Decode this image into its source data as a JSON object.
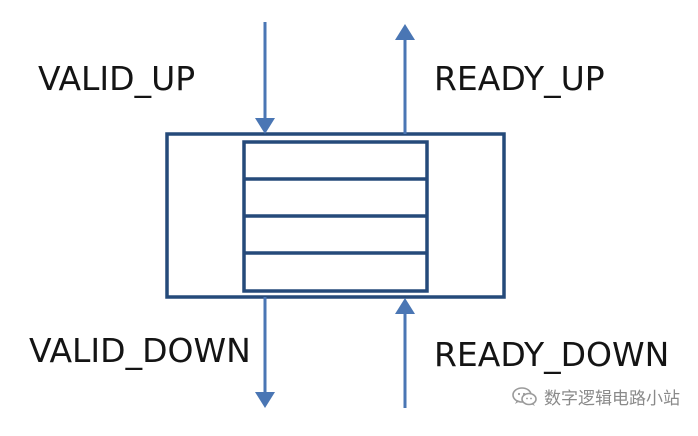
{
  "colors": {
    "box_stroke": "#254a7a",
    "arrow": "#4a76b4",
    "text": "#141414",
    "watermark": "#8a8a8a"
  },
  "labels": {
    "valid_up": "VALID_UP",
    "ready_up": "READY_UP",
    "valid_down": "VALID_DOWN",
    "ready_down": "READY_DOWN"
  },
  "watermark": {
    "icon": "wechat-icon",
    "text": "数字逻辑电路小站"
  }
}
